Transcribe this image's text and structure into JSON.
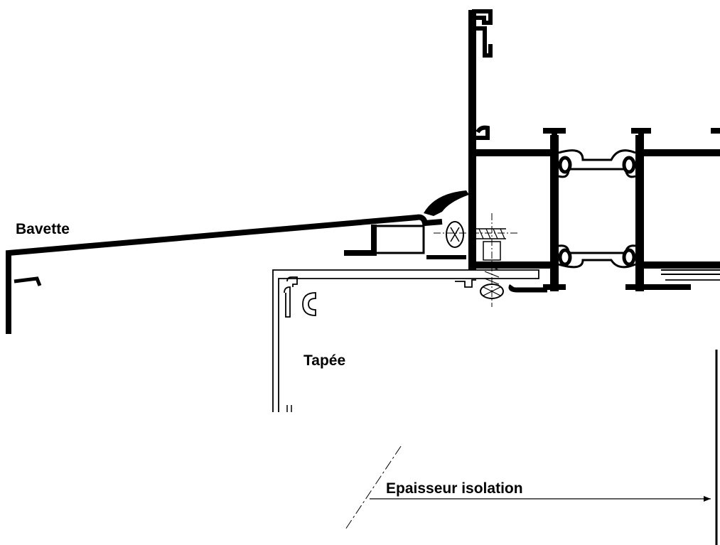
{
  "labels": {
    "bavette": "Bavette",
    "tapee": "Tapée",
    "epaisseur": "Epaisseur isolation"
  },
  "colors": {
    "line": "#000000",
    "background": "#ffffff"
  }
}
